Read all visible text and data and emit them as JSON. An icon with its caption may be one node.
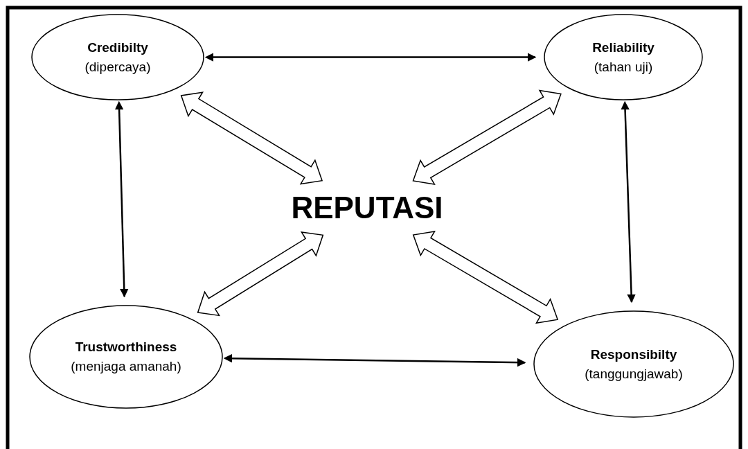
{
  "diagram": {
    "nodes": [
      {
        "text": [
          "Credibilty",
          "(dipercaya)"
        ]
      },
      {
        "text": [
          "Reliability",
          "(tahan uji)"
        ]
      },
      {
        "text": [
          "REPUTASI"
        ]
      },
      {
        "text": [
          "Trustworthiness",
          "(menjaga amanah)"
        ]
      },
      {
        "text": [
          "Responsibilty",
          "(tanggungjawab)"
        ]
      }
    ],
    "edges": [
      {
        "from": 0,
        "to": 1,
        "arrow": "both"
      },
      {
        "from": 0,
        "to": 2,
        "arrow": "both",
        "style": "thick"
      },
      {
        "from": 1,
        "to": 2,
        "arrow": "both",
        "style": "thick"
      },
      {
        "from": 0,
        "to": 3,
        "arrow": "both"
      },
      {
        "from": 1,
        "to": 4,
        "arrow": "both"
      },
      {
        "from": 3,
        "to": 2,
        "arrow": "both",
        "style": "thick"
      },
      {
        "from": 4,
        "to": 2,
        "arrow": "both",
        "style": "thick"
      },
      {
        "from": 3,
        "to": 4,
        "arrow": "both"
      }
    ]
  }
}
